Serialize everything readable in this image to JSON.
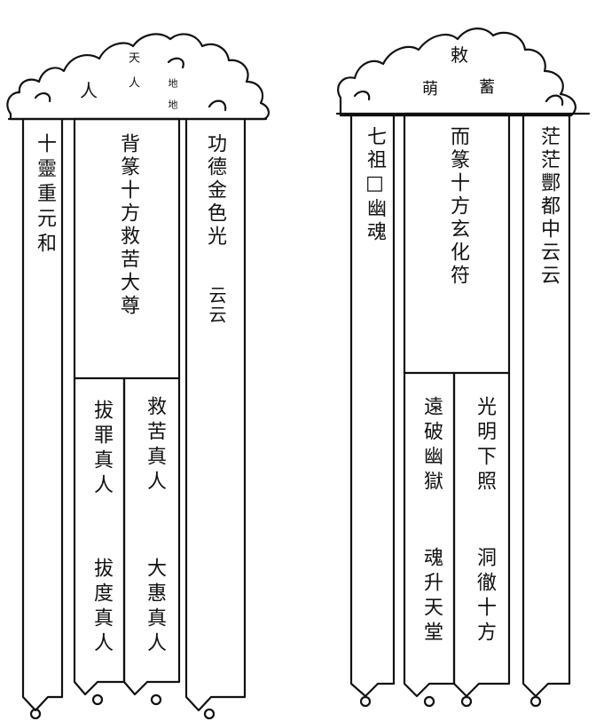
{
  "left_banner": {
    "canopy_top": "天\n人",
    "canopy_left": "人",
    "canopy_right": "地\n地",
    "left_strip": "十靈重元和",
    "center_top": "背篆十方救苦大尊",
    "center_bottom_left_1": "拔罪真人",
    "center_bottom_left_2": "拔度真人",
    "center_bottom_right_1": "救苦真人",
    "center_bottom_right_2": "大惠真人",
    "right_strip_1": "功德金色光",
    "right_strip_2": "云云"
  },
  "right_banner": {
    "canopy_top": "敕",
    "canopy_left": "萌",
    "canopy_right": "蓄",
    "left_strip": "七祖□幽魂",
    "center_top": "而篆十方玄化符",
    "center_bottom_left_1": "遠破幽獄",
    "center_bottom_left_2": "魂升天堂",
    "center_bottom_right_1": "光明下照",
    "center_bottom_right_2": "洞徹十方",
    "right_strip": "茫茫酆都中云云"
  }
}
